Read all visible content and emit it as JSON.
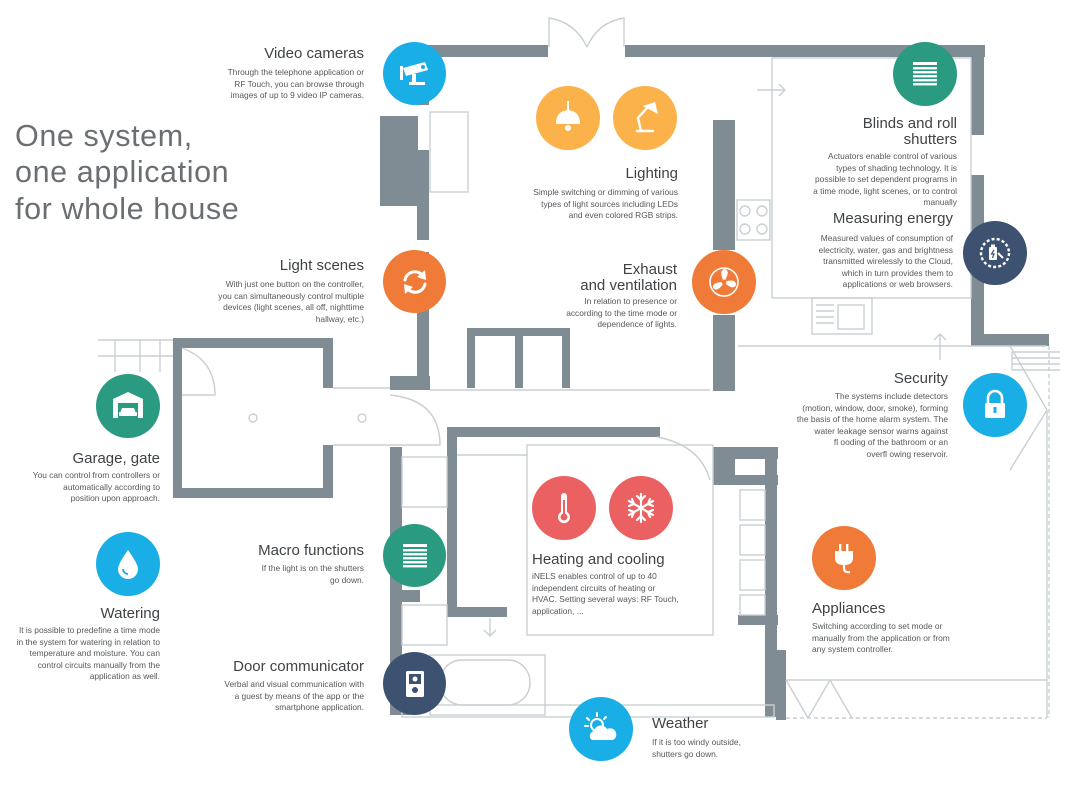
{
  "headline": {
    "line1": "One system,",
    "line2": "one application",
    "line3": "for whole house"
  },
  "colors": {
    "blue": "#1aaee6",
    "orange": "#f07b38",
    "yellow": "#fbb24b",
    "teal": "#2a9a80",
    "navy": "#3d5170",
    "red": "#eb6060",
    "wall": "#7f8c93",
    "thin": "#c9cfd2"
  },
  "features": {
    "video_cameras": {
      "icon": "security-camera-icon",
      "title": "Video cameras",
      "desc": [
        "Through the telephone application or",
        "RF Touch, you can browse through",
        "images of up to 9 video IP cameras."
      ]
    },
    "lighting": {
      "icons": [
        "ceiling-lamp-icon",
        "desk-lamp-icon"
      ],
      "title": "Lighting",
      "desc": [
        "Simple switching or dimming of various",
        "types of light sources including LEDs",
        "and even colored RGB strips."
      ]
    },
    "blinds": {
      "icon": "blinds-icon",
      "title_line1": "Blinds and roll",
      "title_line2": "shutters",
      "desc": [
        "Actuators enable control of various",
        "types of shading technology. It is",
        "possible to set dependent programs in",
        "a time mode, light scenes, or to control",
        "manually"
      ]
    },
    "measuring_energy": {
      "icon": "energy-meter-icon",
      "title": "Measuring energy",
      "desc": [
        "Measured values of consumption of",
        "electricity, water, gas and brightness",
        "transmitted wirelessly to the Cloud,",
        "which in turn provides them to",
        "applications or web browsers."
      ]
    },
    "light_scenes": {
      "icon": "refresh-arrows-icon",
      "title": "Light scenes",
      "desc": [
        "With just one button on the controller,",
        "you can simultaneously control multiple",
        "devices (light scenes, all off, nighttime",
        "hallway, etc.)"
      ]
    },
    "exhaust": {
      "icon": "fan-icon",
      "title_line1": "Exhaust",
      "title_line2": "and ventilation",
      "desc": [
        "In relation to presence or",
        "according to the time mode or",
        "dependence of lights."
      ]
    },
    "security": {
      "icon": "padlock-icon",
      "title": "Security",
      "desc": [
        "The systems include detectors",
        "(motion, window, door, smoke), forming",
        "the basis of the home alarm system. The",
        "water leakage sensor warns against",
        "fl ooding of the bathroom or an",
        "overfl owing reservoir."
      ]
    },
    "garage": {
      "icon": "garage-car-icon",
      "title": "Garage, gate",
      "desc": [
        "You can control from controllers or",
        "automatically according to",
        "position upon approach."
      ]
    },
    "heating": {
      "icons": [
        "thermometer-icon",
        "snowflake-icon"
      ],
      "title": "Heating and cooling",
      "desc": [
        "iNELS enables control of up to 40",
        "independent circuits of heating or",
        "HVAC. Setting several ways: RF Touch,",
        "application, ..."
      ]
    },
    "macro": {
      "icon": "blinds-icon",
      "title": "Macro functions",
      "desc": [
        "If the light is on the shutters",
        "go down."
      ]
    },
    "appliances": {
      "icon": "plug-icon",
      "title": "Appliances",
      "desc": [
        "Switching according to set mode or",
        "manually from the application or from",
        "any system controller."
      ]
    },
    "watering": {
      "icon": "water-drop-icon",
      "title": "Watering",
      "desc": [
        "It is possible to predefine a time mode",
        "in the system for watering in relation to",
        "temperature and moisture. You can",
        "control circuits manually from the",
        "application as well."
      ]
    },
    "door_communicator": {
      "icon": "intercom-icon",
      "title": "Door communicator",
      "desc": [
        "Verbal and visual communication with",
        "a guest by means of the app or the",
        "smartphone application."
      ]
    },
    "weather": {
      "icon": "sun-cloud-icon",
      "title": "Weather",
      "desc": [
        "If it is too windy outside,",
        "shutters go down."
      ]
    }
  }
}
